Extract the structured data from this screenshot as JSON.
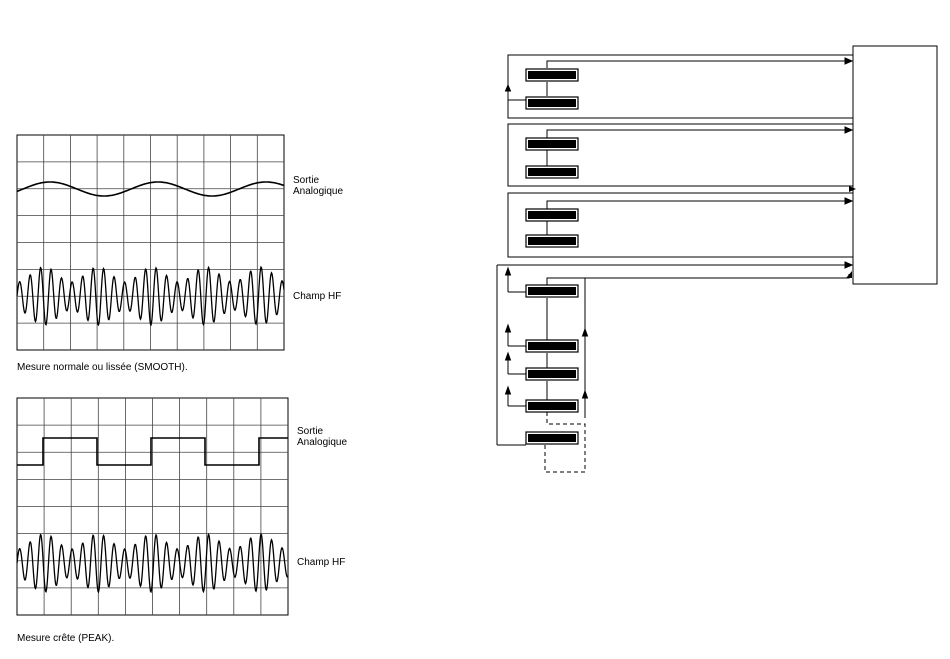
{
  "scope1": {
    "analog_label_line1": "Sortie",
    "analog_label_line2": "Analogique",
    "hf_label": "Champ HF",
    "caption": "Mesure normale ou lissée (SMOOTH)."
  },
  "scope2": {
    "analog_label_line1": "Sortie",
    "analog_label_line2": "Analogique",
    "hf_label": "Champ HF",
    "caption": "Mesure crête (PEAK)."
  },
  "colors": {
    "ink": "#000000",
    "grid": "#444444",
    "background": "#ffffff"
  },
  "schematic": {
    "groups": 4,
    "modules_per_group": [
      2,
      2,
      2,
      5
    ],
    "last_module_dashed": true
  }
}
